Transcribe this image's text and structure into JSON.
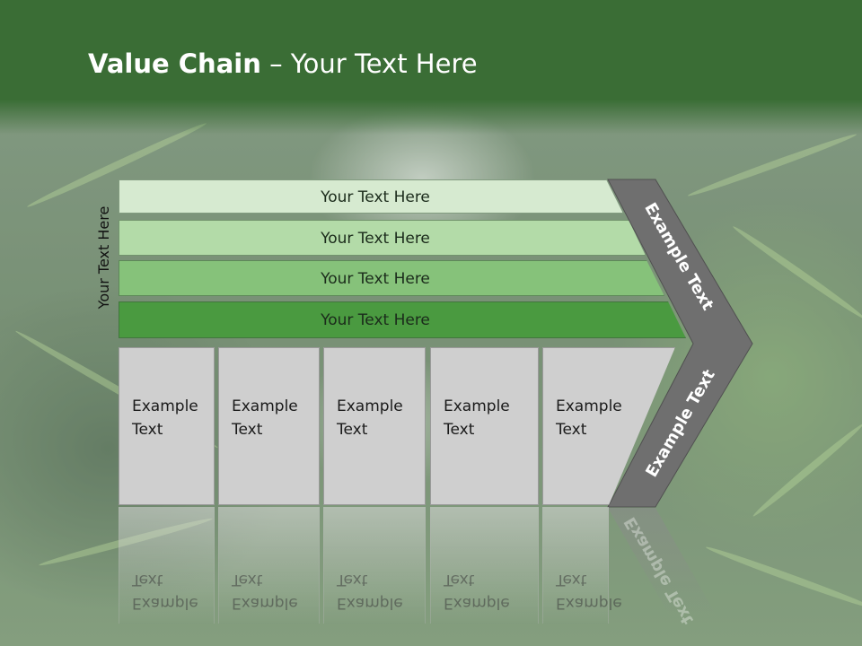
{
  "slide": {
    "title_bold": "Value Chain",
    "title_rest": " – Your Text Here",
    "side_label": "Your Text Here"
  },
  "rows": [
    {
      "label": "Your Text Here",
      "color": "#d6ead0"
    },
    {
      "label": "Your Text Here",
      "color": "#b3dba8"
    },
    {
      "label": "Your Text Here",
      "color": "#86c27a"
    },
    {
      "label": "Your Text Here",
      "color": "#4a9a40"
    }
  ],
  "cells": [
    {
      "line1": "Example",
      "line2": "Text"
    },
    {
      "line1": "Example",
      "line2": "Text"
    },
    {
      "line1": "Example",
      "line2": "Text"
    },
    {
      "line1": "Example",
      "line2": "Text"
    },
    {
      "line1": "Example",
      "line2": "Text"
    }
  ],
  "chevron": {
    "upper_label": "Example Text",
    "lower_label": "Example Text",
    "color": "#6f6f6f"
  },
  "theme": {
    "title_band": "#3a6d35"
  }
}
